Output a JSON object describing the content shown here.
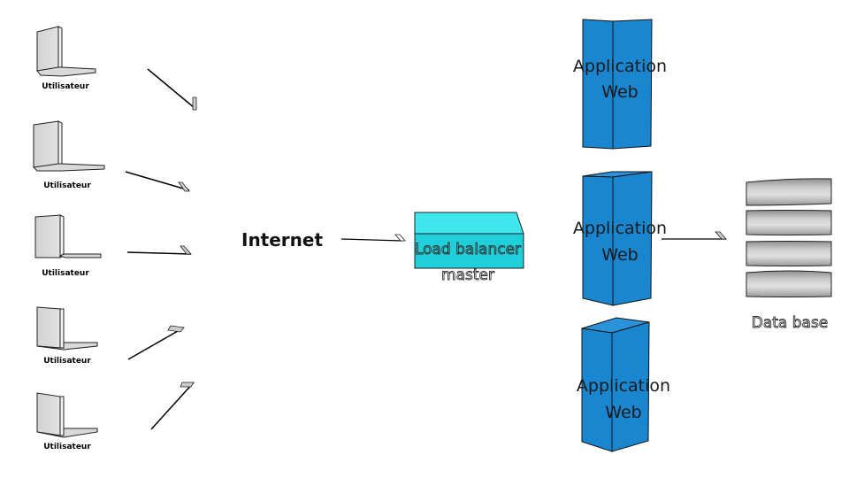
{
  "diagram": {
    "title": "",
    "users": [
      {
        "label": "Utilisateur"
      },
      {
        "label": "Utilisateur"
      },
      {
        "label": "Utilisateur"
      },
      {
        "label": "Utilisateur"
      },
      {
        "label": "Utilisateur"
      }
    ],
    "internet": {
      "label": "Internet"
    },
    "load_balancer": {
      "line1": "Load balancer",
      "line2": "master"
    },
    "app_servers": [
      {
        "line1": "Application",
        "line2": "Web"
      },
      {
        "line1": "Application",
        "line2": "Web"
      },
      {
        "line1": "Application",
        "line2": "Web"
      }
    ],
    "database": {
      "label": "Data base"
    },
    "colors": {
      "app_server": "#1a86d0",
      "load_balancer": "#21d6e0",
      "user_panel": "#d9d9d9",
      "db_disk": "#bdbdbd"
    },
    "connections": [
      {
        "from": "user-1",
        "to": "internet"
      },
      {
        "from": "user-2",
        "to": "internet"
      },
      {
        "from": "user-3",
        "to": "internet"
      },
      {
        "from": "user-4",
        "to": "internet"
      },
      {
        "from": "user-5",
        "to": "internet"
      },
      {
        "from": "internet",
        "to": "load-balancer"
      },
      {
        "from": "app-server-2",
        "to": "database"
      }
    ]
  }
}
